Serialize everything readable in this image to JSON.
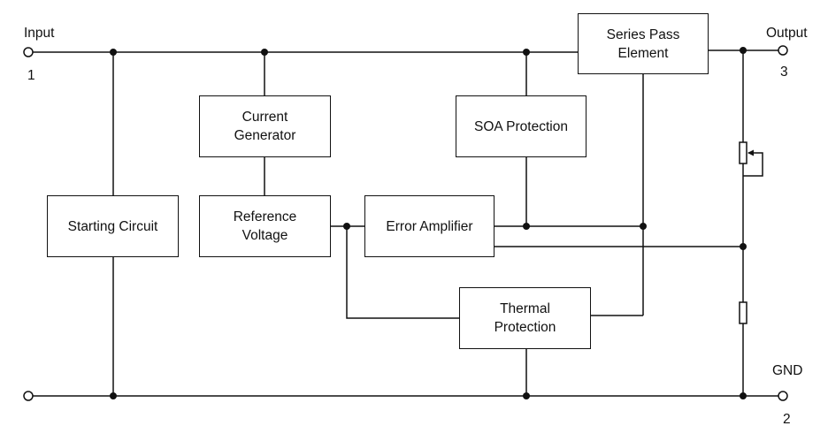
{
  "blocks": {
    "series_pass": "Series Pass\nElement",
    "current_generator": "Current\nGenerator",
    "soa_protection": "SOA Protection",
    "starting_circuit": "Starting Circuit",
    "reference_voltage": "Reference\nVoltage",
    "error_amplifier": "Error Amplifier",
    "thermal_protection": "Thermal\nProtection"
  },
  "pins": {
    "input_label": "Input",
    "input_number": "1",
    "output_label": "Output",
    "output_number": "3",
    "gnd_label": "GND",
    "gnd_number": "2"
  }
}
